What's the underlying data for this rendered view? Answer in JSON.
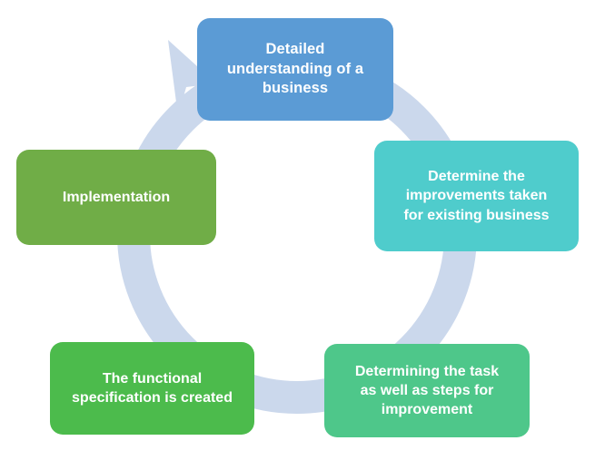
{
  "diagram": {
    "type": "cycle",
    "title": "",
    "direction": "clockwise",
    "background_color": "#FFFFFF",
    "ring": {
      "name": "cycle-ring-arrow",
      "color": "#CBD8EC",
      "arrowhead_position": "top-left",
      "arrowhead_points_to": "step-1"
    },
    "steps": [
      {
        "id": "step-1",
        "label": "Detailed\nunderstanding of a\nbusiness",
        "color": "#5B9BD5",
        "text_color": "#FFFFFF",
        "position": "top"
      },
      {
        "id": "step-2",
        "label": "Determine  the\nimprovements  taken\nfor existing business",
        "color": "#4FCCCC",
        "text_color": "#FFFFFF",
        "position": "right"
      },
      {
        "id": "step-3",
        "label": "Determining  the  task\nas well as steps for\nimprovement",
        "color": "#4EC78A",
        "text_color": "#FFFFFF",
        "position": "bottom-right"
      },
      {
        "id": "step-4",
        "label": "The functional\nspecification is created",
        "color": "#4CBB4C",
        "text_color": "#FFFFFF",
        "position": "bottom-left"
      },
      {
        "id": "step-5",
        "label": "Implementation",
        "color": "#70AD47",
        "text_color": "#FFFFFF",
        "position": "left"
      }
    ]
  }
}
